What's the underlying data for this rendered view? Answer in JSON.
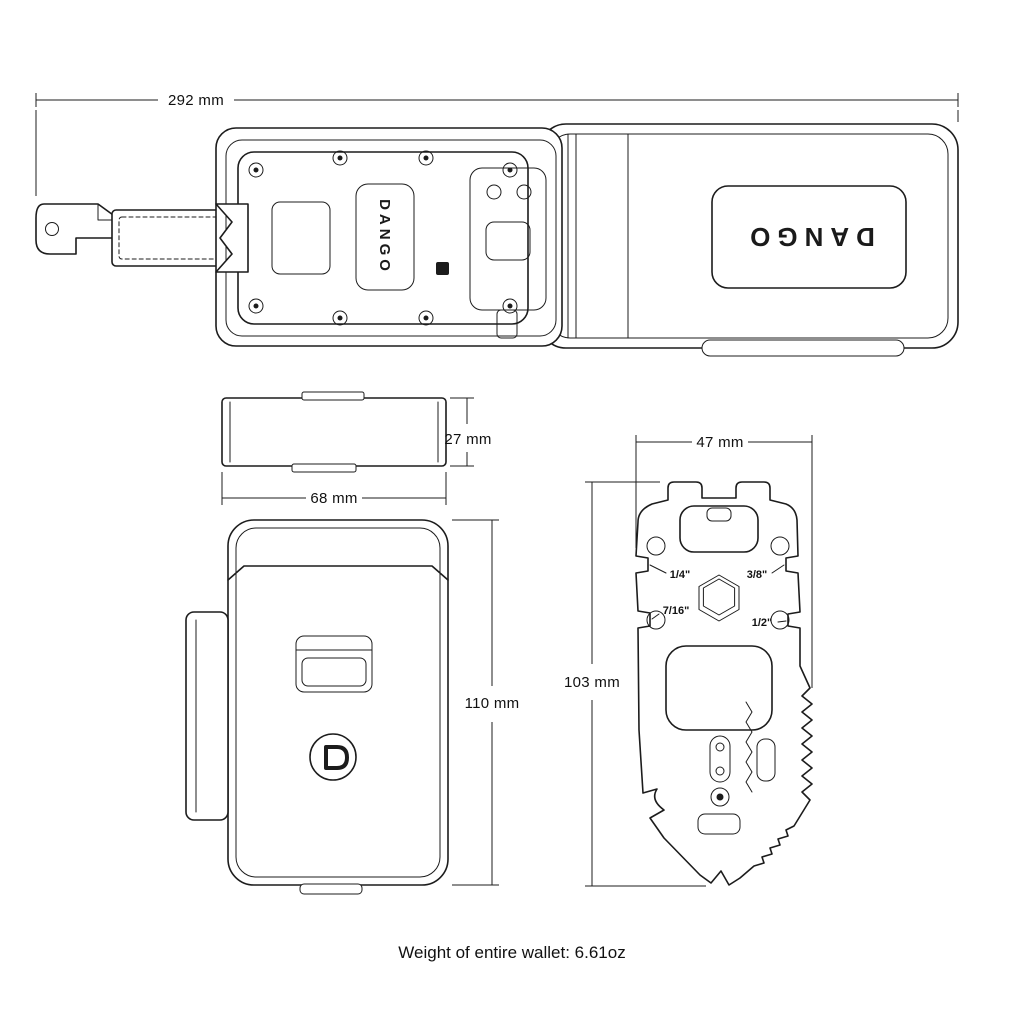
{
  "caption": "Weight of entire wallet: 6.61oz",
  "brand": {
    "name": "DANGO"
  },
  "dimensions": {
    "overall_width": "292 mm",
    "side_height": "27 mm",
    "side_width": "68 mm",
    "front_height": "110 mm",
    "tool_width": "47 mm",
    "tool_height": "103 mm"
  },
  "tool": {
    "wrench_quarter": "1/4\"",
    "wrench_three_eighth": "3/8\"",
    "wrench_seven_sixteenth": "7/16\"",
    "wrench_half": "1/2\""
  }
}
